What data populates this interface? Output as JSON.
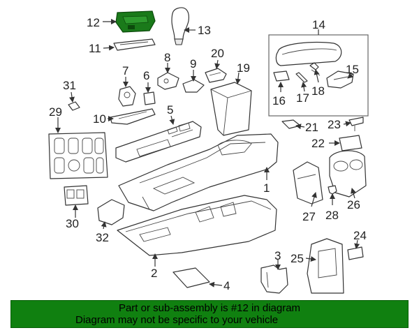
{
  "labels": {
    "p1": "1",
    "p2": "2",
    "p3": "3",
    "p4": "4",
    "p5": "5",
    "p6": "6",
    "p7": "7",
    "p8": "8",
    "p9": "9",
    "p10": "10",
    "p11": "11",
    "p12": "12",
    "p13": "13",
    "p14": "14",
    "p15": "15",
    "p16": "16",
    "p17": "17",
    "p18": "18",
    "p19": "19",
    "p20": "20",
    "p21": "21",
    "p22": "22",
    "p23": "23",
    "p24": "24",
    "p25": "25",
    "p26": "26",
    "p27": "27",
    "p28": "28",
    "p29": "29",
    "p30": "30",
    "p31": "31",
    "p32": "32"
  },
  "highlighted_part": "12",
  "colors": {
    "highlight_part": "#1a7a1a",
    "footer_bg": "#108010"
  },
  "footer": {
    "line1": "Part or sub-assembly is #12 in diagram",
    "line2": "Diagram may not be specific to your vehicle"
  }
}
